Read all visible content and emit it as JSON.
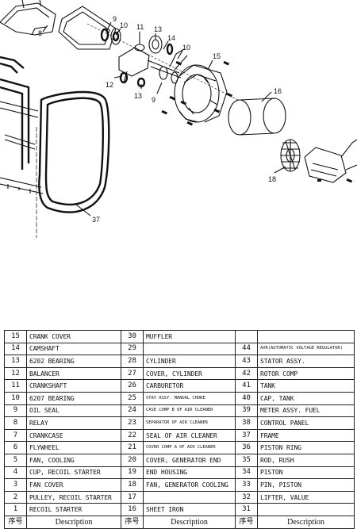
{
  "drawing": {
    "callouts": [
      "8",
      "9",
      "10",
      "11",
      "13",
      "14",
      "10",
      "15",
      "12",
      "13",
      "9",
      "16",
      "18",
      "37"
    ]
  },
  "table": {
    "header": {
      "no": "序号",
      "description": "Description"
    },
    "rows": [
      [
        {
          "no": "15",
          "desc": "CRANK COVER"
        },
        {
          "no": "30",
          "desc": "MUFFLER"
        },
        {
          "no": "",
          "desc": ""
        }
      ],
      [
        {
          "no": "14",
          "desc": "CAMSHAFT"
        },
        {
          "no": "29",
          "desc": ""
        },
        {
          "no": "44",
          "desc": "AVR(AUTOMATIC VOLTAGE REGULATOR)"
        }
      ],
      [
        {
          "no": "13",
          "desc": "6202 BEARING"
        },
        {
          "no": "28",
          "desc": "CYLINDER"
        },
        {
          "no": "43",
          "desc": "STATOR ASSY."
        }
      ],
      [
        {
          "no": "12",
          "desc": "BALANCER"
        },
        {
          "no": "27",
          "desc": "COVER, CYLINDER"
        },
        {
          "no": "42",
          "desc": "ROTOR COMP"
        }
      ],
      [
        {
          "no": "11",
          "desc": "CRANKSHAFT"
        },
        {
          "no": "26",
          "desc": "CARBURETOR"
        },
        {
          "no": "41",
          "desc": "TANK"
        }
      ],
      [
        {
          "no": "10",
          "desc": "6207 BEARING"
        },
        {
          "no": "25",
          "desc": "STAY ASSY. MANUAL CHOKE"
        },
        {
          "no": "40",
          "desc": "CAP, TANK"
        }
      ],
      [
        {
          "no": "9",
          "desc": "OIL SEAL"
        },
        {
          "no": "24",
          "desc": "CASE COMP B OF AIR CLEANER"
        },
        {
          "no": "39",
          "desc": "METER ASSY. FUEL"
        }
      ],
      [
        {
          "no": "8",
          "desc": "RELAY"
        },
        {
          "no": "23",
          "desc": "SEPARATOR OF AIR CLEANER"
        },
        {
          "no": "38",
          "desc": "CONTROL PANEL"
        }
      ],
      [
        {
          "no": "7",
          "desc": "CRANKCASE"
        },
        {
          "no": "22",
          "desc": "SEAL OF AIR CLEANER"
        },
        {
          "no": "37",
          "desc": "FRAME"
        }
      ],
      [
        {
          "no": "6",
          "desc": "FLYWHEEL"
        },
        {
          "no": "21",
          "desc": "COVER COMP A OF AIR CLEANER"
        },
        {
          "no": "36",
          "desc": "PISTON RING"
        }
      ],
      [
        {
          "no": "5",
          "desc": "FAN, COOLING"
        },
        {
          "no": "20",
          "desc": "COVER, GENERATOR END"
        },
        {
          "no": "35",
          "desc": "ROD, RUSH"
        }
      ],
      [
        {
          "no": "4",
          "desc": "CUP, RECOIL STARTER"
        },
        {
          "no": "19",
          "desc": "END HOUSING"
        },
        {
          "no": "34",
          "desc": "PISTON"
        }
      ],
      [
        {
          "no": "3",
          "desc": "FAN COVER"
        },
        {
          "no": "18",
          "desc": "FAN, GENERATOR COOLING"
        },
        {
          "no": "33",
          "desc": "PIN, PISTON"
        }
      ],
      [
        {
          "no": "2",
          "desc": "PULLEY, RECOIL STARTER"
        },
        {
          "no": "17",
          "desc": ""
        },
        {
          "no": "32",
          "desc": "LIFTER, VALUE"
        }
      ],
      [
        {
          "no": "1",
          "desc": "RECOIL STARTER"
        },
        {
          "no": "16",
          "desc": "SHEET IRON"
        },
        {
          "no": "31",
          "desc": ""
        }
      ]
    ]
  }
}
